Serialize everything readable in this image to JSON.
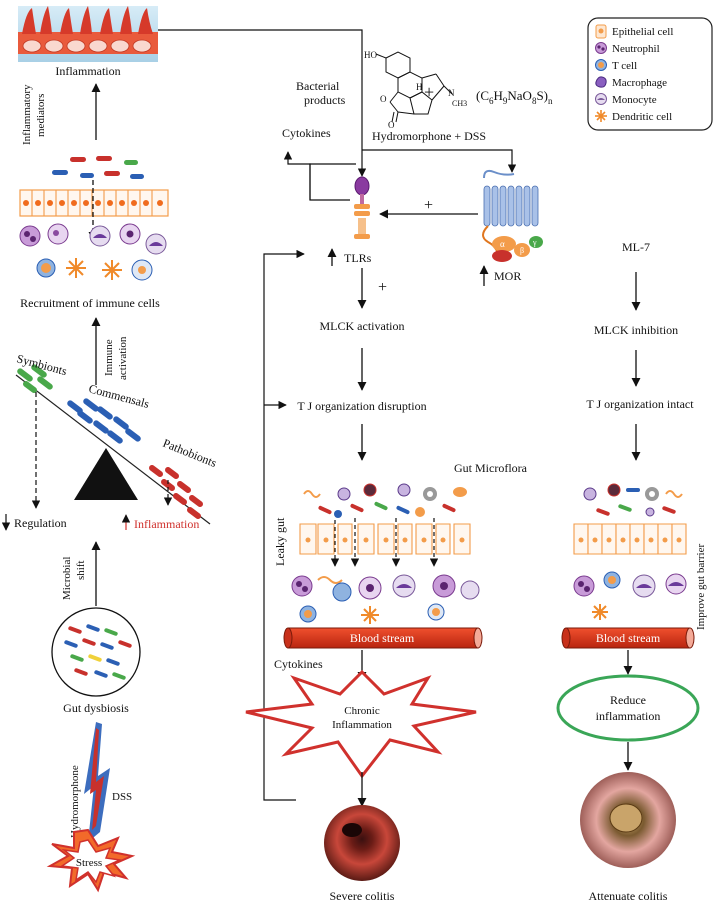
{
  "legend": {
    "items": [
      {
        "label": "Epithelial cell",
        "icon": "epithelial-cell-icon"
      },
      {
        "label": "Neutrophil",
        "icon": "neutrophil-icon"
      },
      {
        "label": "T cell",
        "icon": "t-cell-icon"
      },
      {
        "label": "Macrophage",
        "icon": "macrophage-icon"
      },
      {
        "label": "Monocyte",
        "icon": "monocyte-icon"
      },
      {
        "label": "Dendritic cell",
        "icon": "dendritic-cell-icon"
      }
    ]
  },
  "left": {
    "inflammation_top": "Inflammation",
    "inflammatory_mediators_1": "Inflammatory",
    "inflammatory_mediators_2": "mediators",
    "recruitment": "Recruitment of immune cells",
    "immune_activation_1": "Immune",
    "immune_activation_2": "activation",
    "symbionts": "Symbionts",
    "commensals": "Commensals",
    "pathobionts": "Pathobionts",
    "regulation": "Regulation",
    "inflammation_red": "Inflammation",
    "microbial_shift_1": "Microbial",
    "microbial_shift_2": "shift",
    "gut_dysbiosis": "Gut dysbiosis",
    "hydromorphone": "Hydromorphone",
    "dss": "DSS",
    "stress": "Stress"
  },
  "center": {
    "bacterial_products_1": "Bacterial",
    "bacterial_products_2": "products",
    "cytokines_top": "Cytokines",
    "formula_main": "(C",
    "formula_6": "6",
    "formula_h": "H",
    "formula_9": "9",
    "formula_na": "NaO",
    "formula_8": "8",
    "formula_s": "S)",
    "formula_n": "n",
    "plus_drug": "+",
    "drug_label": "Hydromorphone + DSS",
    "tlrs": "TLRs",
    "mor": "MOR",
    "plus_mor": "+",
    "plus_tlr": "+",
    "mlck_activation": "MLCK activation",
    "tj_disruption": "T J organization disruption",
    "gut_microflora": "Gut Microflora",
    "leaky_gut": "Leaky gut",
    "blood_stream": "Blood stream",
    "cytokines_bottom": "Cytokines",
    "chronic_1": "Chronic",
    "chronic_2": "Inflammation",
    "severe_colitis": "Severe colitis"
  },
  "right": {
    "ml7": "ML-7",
    "mlck_inhibition": "MLCK inhibition",
    "tj_intact": "T J organization intact",
    "improve_barrier": "Improve gut barrier",
    "blood_stream": "Blood stream",
    "reduce_1": "Reduce",
    "reduce_2": "inflammation",
    "attenuate": "Attenuate colitis"
  },
  "molecule": {
    "ho": "HO",
    "o": "O",
    "h": "H",
    "n": "N",
    "ch3": "CH3"
  },
  "colors": {
    "red": "#d0312d",
    "blood": "#e03a1e",
    "green_ring": "#3aa657",
    "epithelium": "#f39c4a",
    "bacteria_blue": "#2b5fb4",
    "bacteria_green": "#49a84a",
    "bacteria_red": "#c8312c",
    "receptor_blue": "#6b8fc9"
  }
}
